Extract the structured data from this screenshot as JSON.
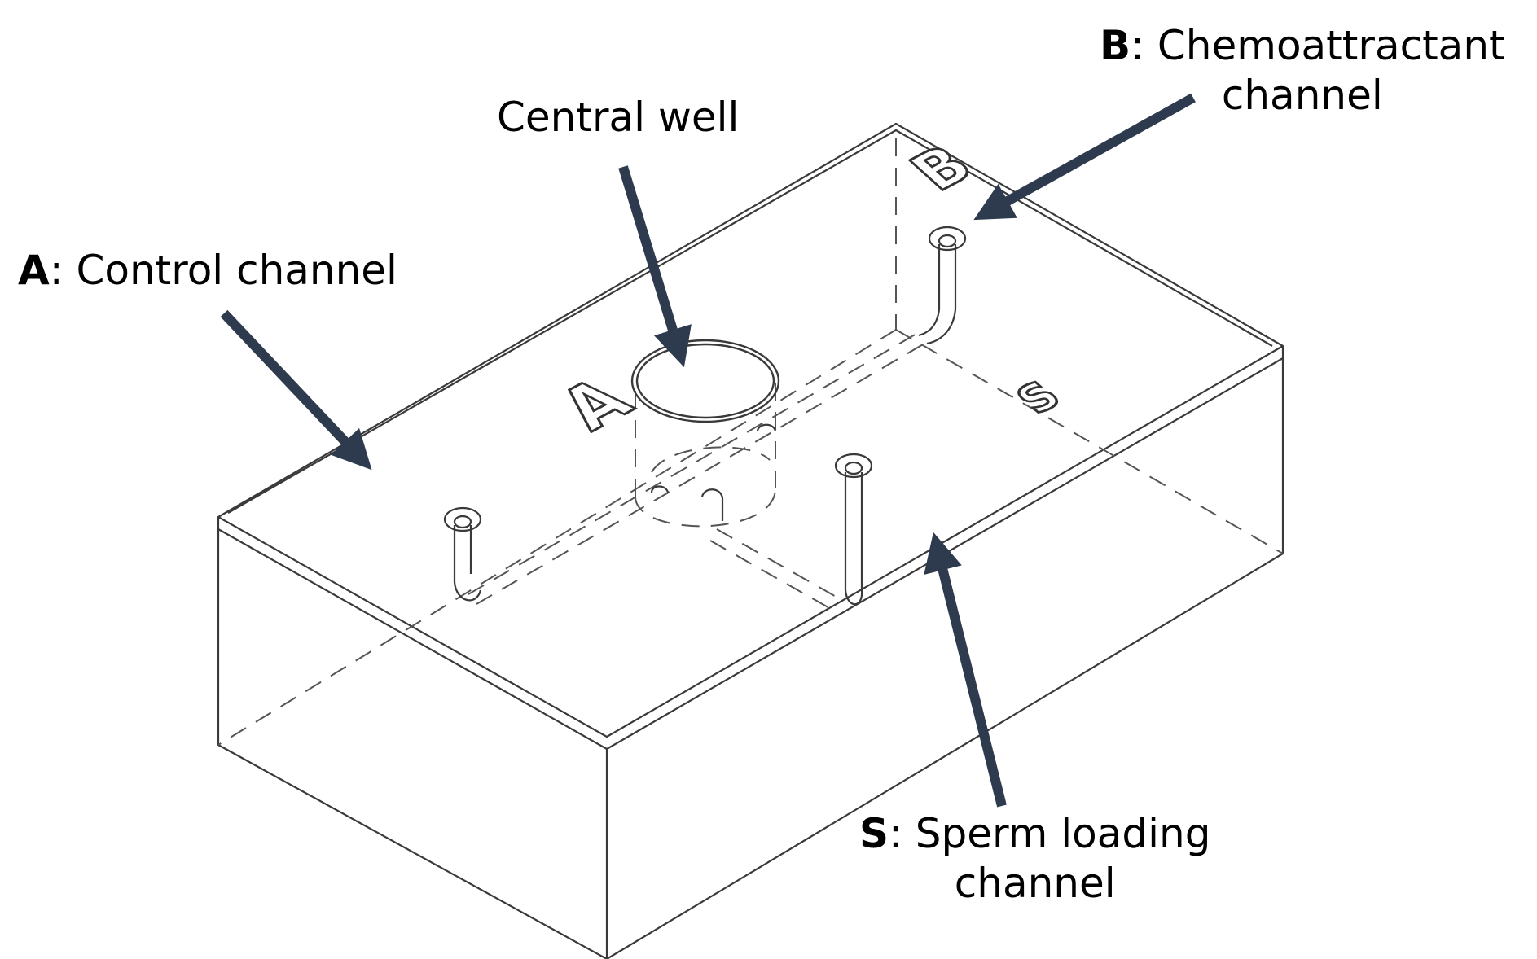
{
  "labels": {
    "control": {
      "key": "A",
      "sep": ": ",
      "text": "Control channel"
    },
    "central": {
      "text": "Central well"
    },
    "chemo": {
      "key": "B",
      "sep": ": ",
      "line1": "Chemoattractant",
      "line2": "channel"
    },
    "sperm": {
      "key": "S",
      "sep": ": ",
      "line1": "Sperm loading",
      "line2": "channel"
    }
  },
  "engravings": {
    "a": "A",
    "b": "B",
    "s": "S"
  },
  "colors": {
    "arrow": "#2e3a4e",
    "outline": "#3a3a3a",
    "hidden": "#555555"
  }
}
